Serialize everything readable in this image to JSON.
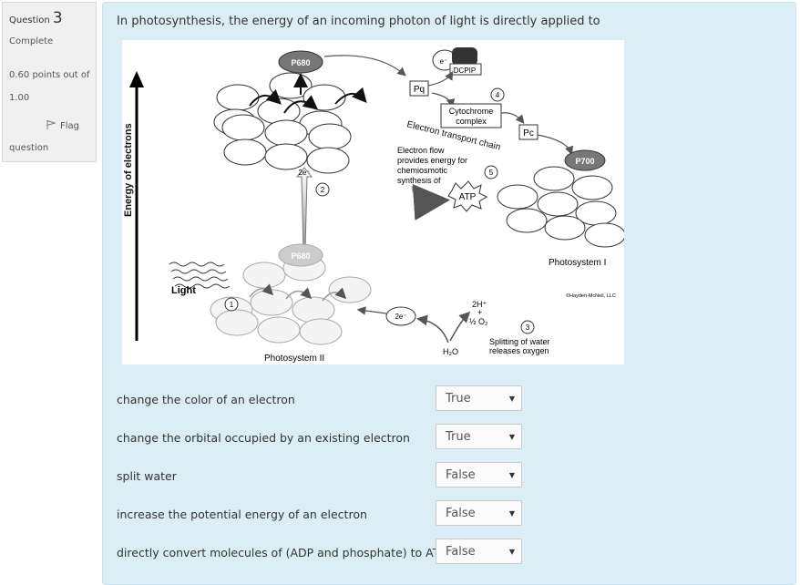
{
  "question_info": {
    "label": "Question",
    "number": "3",
    "state": "Complete",
    "grade": "0.60 points out of 1.00",
    "flag_label": "Flag",
    "flag_label2": "question"
  },
  "question": {
    "text": "In photosynthesis, the energy of an incoming photon of light is directly applied to"
  },
  "figure": {
    "y_axis": "Energy of electrons",
    "p680": "P680",
    "p680_faded": "P680",
    "p700": "P700",
    "pq": "Pq",
    "pc": "Pc",
    "dcpip": "DCPIP",
    "electron": "e⁻",
    "cyto_line1": "Cytochrome",
    "cyto_line2": "complex",
    "etc": "Electron transport chain",
    "flow_line1": "Electron flow",
    "flow_line2": "provides energy for",
    "flow_line3": "chemiosmotic",
    "flow_line4": "synthesis of",
    "atp": "ATP",
    "two_e_up": "2e⁻",
    "two_e_mid": "2e⁻",
    "light": "Light",
    "ps2": "Photosystem II",
    "ps1": "Photosystem I",
    "copyright": "©Hayden-McNeil, LLC",
    "h_plus": "2H⁺",
    "plus": "+",
    "o2": "½ O₂",
    "h2o": "H₂O",
    "split_line1": "Splitting of water",
    "split_line2": "releases oxygen",
    "step1": "1",
    "step2": "2",
    "step3": "3",
    "step4": "4",
    "step5": "5"
  },
  "answers": [
    {
      "label": "change the color of an electron",
      "value": "True"
    },
    {
      "label": "change the orbital occupied by an existing electron",
      "value": "True"
    },
    {
      "label": "split water",
      "value": "False"
    },
    {
      "label": "increase the potential energy of an electron",
      "value": "False"
    },
    {
      "label": "directly convert molecules of (ADP and phosphate) to ATP",
      "value": "False"
    }
  ]
}
